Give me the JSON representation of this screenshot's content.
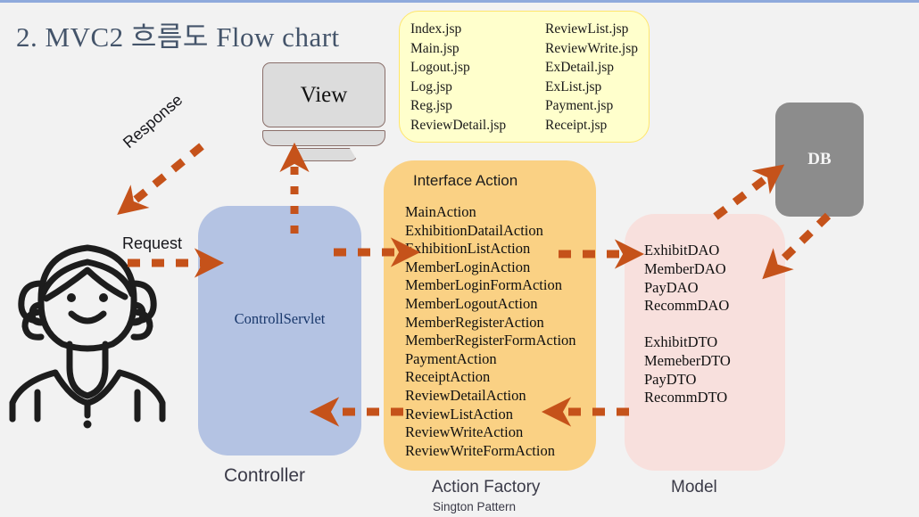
{
  "slide": {
    "title": "2. MVC2 흐름도 Flow chart",
    "background_color": "#f2f2f2",
    "accent_arrow_color": "#c5521a",
    "top_rule_color": "#8faadc"
  },
  "jsp_panel": {
    "name": "jsp-file-list",
    "fill_color": "#ffffcc",
    "border_color": "#ffe66b",
    "column_1": [
      "Index.jsp",
      "Main.jsp",
      "Logout.jsp",
      "Log.jsp",
      "Reg.jsp",
      "ReviewDetail.jsp"
    ],
    "column_2": [
      "ReviewList.jsp",
      "ReviewWrite.jsp",
      "ExDetail.jsp",
      "ExList.jsp",
      "Payment.jsp",
      "Receipt.jsp"
    ]
  },
  "view": {
    "label": "View",
    "fill_color": "#dcdcdc",
    "border_color": "#8a6f6a"
  },
  "controller": {
    "inner_label": "ControllServlet",
    "caption": "Controller",
    "fill_color": "#b4c3e3"
  },
  "action_factory": {
    "header": "Interface Action",
    "caption": "Action Factory",
    "subcaption": "Sington Pattern",
    "fill_color": "#fad184",
    "actions": [
      "MainAction",
      "ExhibitionDatailAction",
      "ExhibitionListAction",
      "MemberLoginAction",
      "MemberLoginFormAction",
      "MemberLogoutAction",
      "MemberRegisterAction",
      "MemberRegisterFormAction",
      "PaymentAction",
      "ReceiptAction",
      "ReviewDetailAction",
      "ReviewListAction",
      "ReviewWriteAction",
      "ReviewWriteFormAction"
    ]
  },
  "model": {
    "caption": "Model",
    "fill_color": "#f8e0dd",
    "dao": [
      "ExhibitDAO",
      "MemberDAO",
      "PayDAO",
      "RecommDAO"
    ],
    "dto": [
      "ExhibitDTO",
      "MemeberDTO",
      "PayDTO",
      "RecommDTO"
    ]
  },
  "database": {
    "label": "DB",
    "fill_color": "#8c8c8c",
    "text_color": "#f4f4f4"
  },
  "flow_labels": {
    "request": "Request",
    "response": "Response"
  },
  "actor": {
    "name": "user-person"
  }
}
